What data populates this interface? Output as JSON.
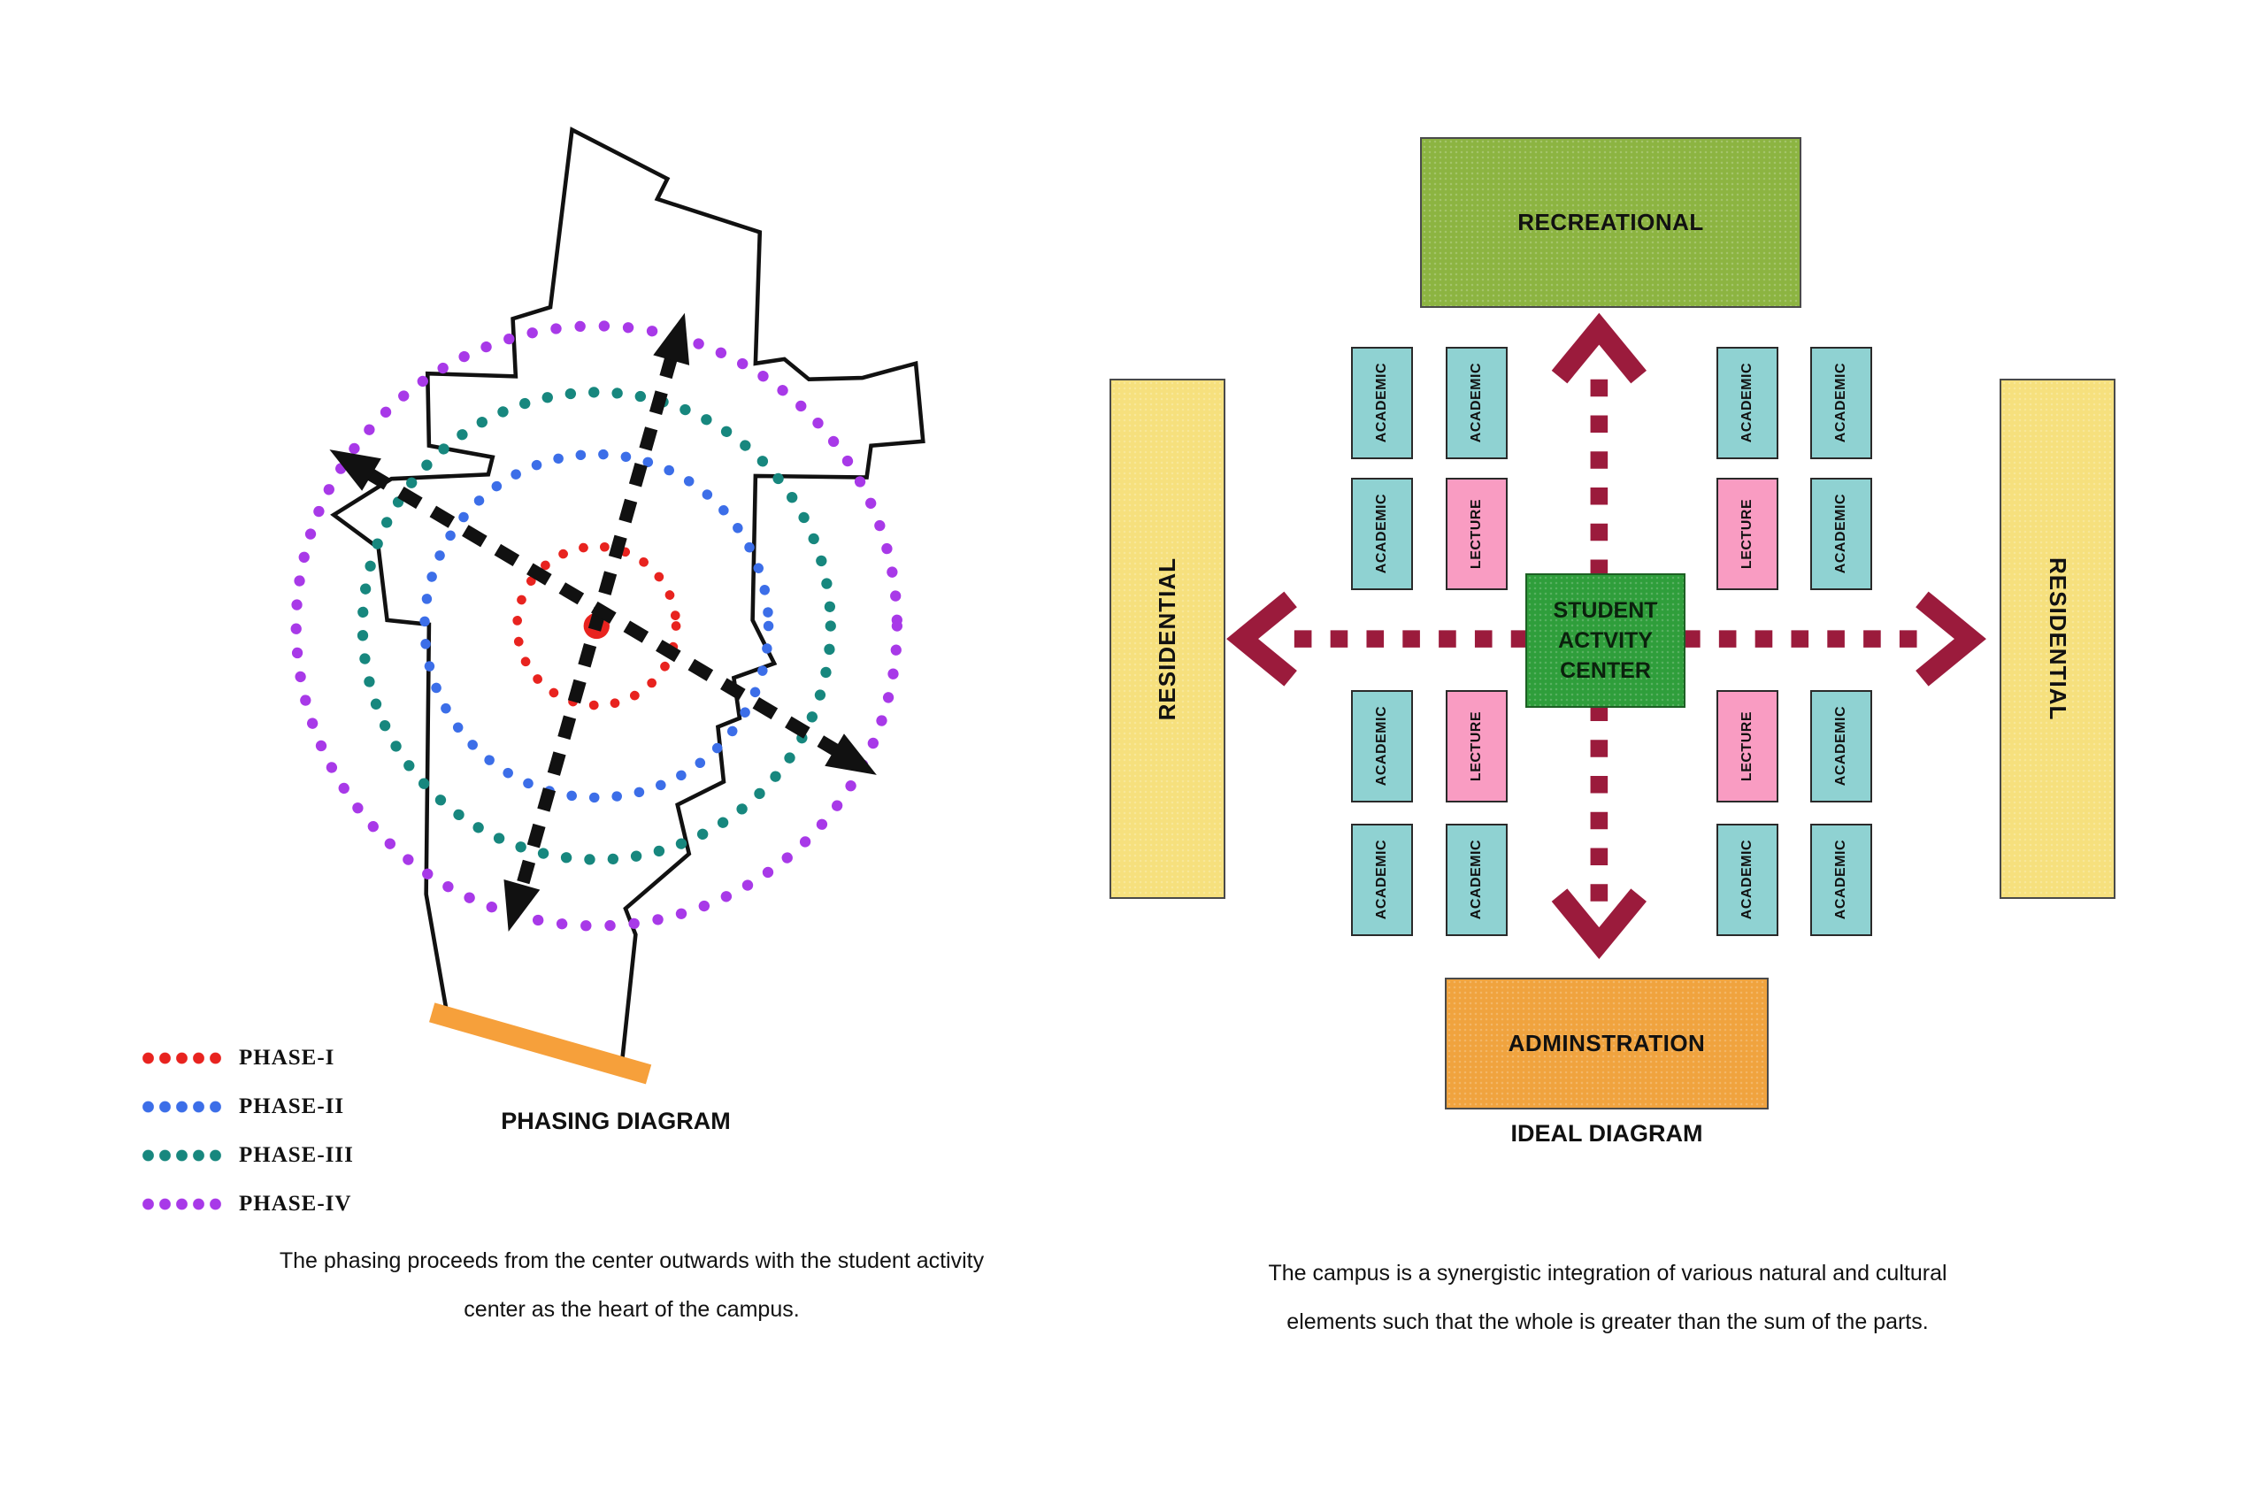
{
  "colors": {
    "phase1": "#e8231f",
    "phase2": "#3c6ee8",
    "phase3": "#17877e",
    "phase4": "#a839e8",
    "site_outline": "#111111",
    "black_arrow": "#111111",
    "orange_bar": "#f6a03b",
    "arrow": "#9b1b3c",
    "recreational": "#8cb441",
    "residential": "#f6e07d",
    "adminstration": "#f0a33e",
    "center_box": "#2f9e3b",
    "academic": "#8fd2d2",
    "lecture": "#f99cc2"
  },
  "left_diagram": {
    "title": "PHASING DIAGRAM",
    "legend": [
      {
        "label": "PHASE-I",
        "color": "#e8231f"
      },
      {
        "label": "PHASE-II",
        "color": "#3c6ee8"
      },
      {
        "label": "PHASE-III",
        "color": "#17877e"
      },
      {
        "label": "PHASE-IV",
        "color": "#a839e8"
      }
    ],
    "caption_line1": "The phasing proceeds from the center outwards with the student activity",
    "caption_line2": "center as the heart of the campus."
  },
  "right_diagram": {
    "title": "IDEAL DIAGRAM",
    "recreational_label": "RECREATIONAL",
    "adminstration_label": "ADMINSTRATION",
    "residential_left_label": "RESIDENTIAL",
    "residential_right_label": "RESIDENTIAL",
    "center_label_line1": "STUDENT",
    "center_label_line2": "ACTVITY",
    "center_label_line3": "CENTER",
    "grid": {
      "top_left": [
        [
          "ACADEMIC",
          "ACADEMIC"
        ],
        [
          "ACADEMIC",
          "LECTURE"
        ]
      ],
      "top_right": [
        [
          "ACADEMIC",
          "ACADEMIC"
        ],
        [
          "LECTURE",
          "ACADEMIC"
        ]
      ],
      "bottom_left": [
        [
          "ACADEMIC",
          "LECTURE"
        ],
        [
          "ACADEMIC",
          "ACADEMIC"
        ]
      ],
      "bottom_right": [
        [
          "LECTURE",
          "ACADEMIC"
        ],
        [
          "ACADEMIC",
          "ACADEMIC"
        ]
      ]
    },
    "caption_line1": "The campus is a synergistic integration of various natural and cultural",
    "caption_line2": "elements such that the whole is greater than the sum of the parts."
  }
}
